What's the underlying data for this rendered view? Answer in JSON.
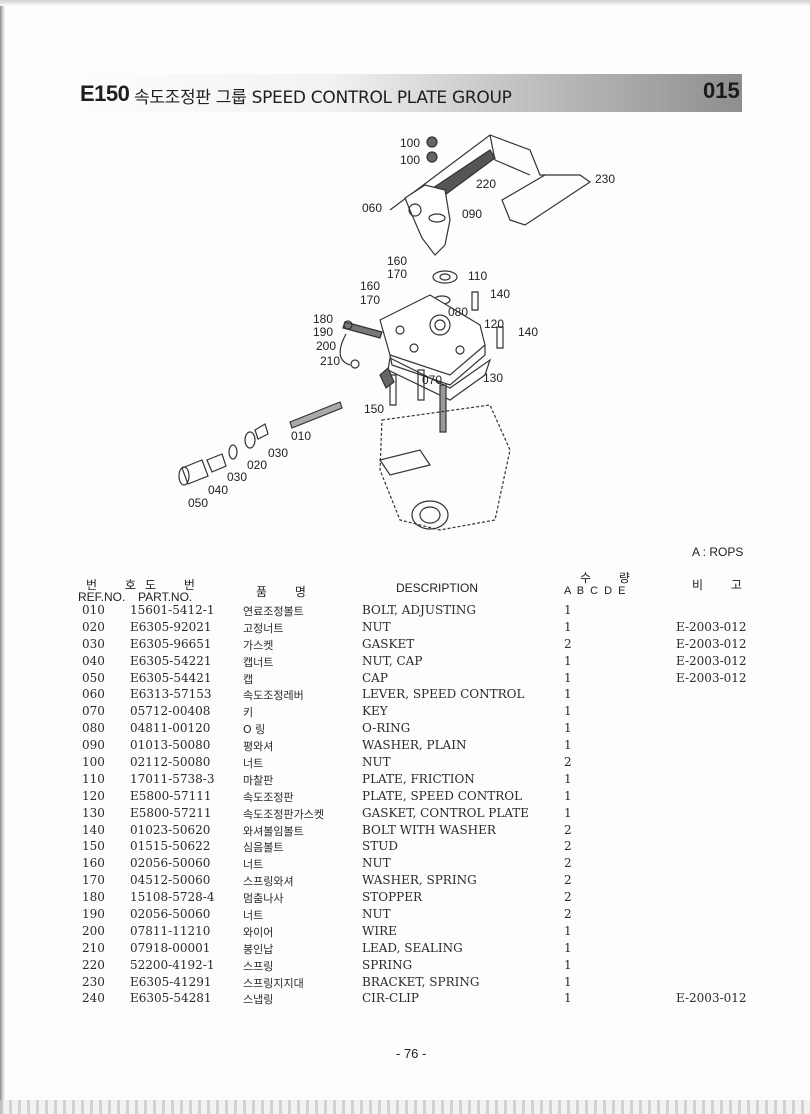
{
  "header": {
    "group_code": "E150",
    "title": "속도조정판 그룹 SPEED CONTROL PLATE GROUP",
    "page_code": "015"
  },
  "diagram": {
    "callouts": [
      "100",
      "100",
      "220",
      "230",
      "060",
      "090",
      "160",
      "170",
      "110",
      "160",
      "170",
      "140",
      "080",
      "180",
      "190",
      "200",
      "120",
      "140",
      "210",
      "070",
      "130",
      "150",
      "010",
      "030",
      "020",
      "030",
      "040",
      "050"
    ]
  },
  "legend_note": "A : ROPS",
  "table": {
    "headers": {
      "ref_ko": "번 호",
      "part_ko": "도 번",
      "ref": "REF.NO.",
      "part": "PART.NO.",
      "name_ko": "품 명",
      "description": "DESCRIPTION",
      "qty_ko": "수 량",
      "qty_cols": "A B C D E",
      "note_ko": "비 고"
    },
    "rows": [
      {
        "ref": "010",
        "part": "15601-5412-1",
        "ko": "연료조정볼트",
        "desc": "BOLT, ADJUSTING",
        "qty": "1",
        "note": ""
      },
      {
        "ref": "020",
        "part": "E6305-92021",
        "ko": "고정너트",
        "desc": "NUT",
        "qty": "1",
        "note": "E-2003-012"
      },
      {
        "ref": "030",
        "part": "E6305-96651",
        "ko": "가스켓",
        "desc": "GASKET",
        "qty": "2",
        "note": "E-2003-012"
      },
      {
        "ref": "040",
        "part": "E6305-54221",
        "ko": "캡너트",
        "desc": "NUT, CAP",
        "qty": "1",
        "note": "E-2003-012"
      },
      {
        "ref": "050",
        "part": "E6305-54421",
        "ko": "캡",
        "desc": "CAP",
        "qty": "1",
        "note": "E-2003-012"
      },
      {
        "ref": "060",
        "part": "E6313-57153",
        "ko": "속도조정레버",
        "desc": "LEVER, SPEED CONTROL",
        "qty": "1",
        "note": ""
      },
      {
        "ref": "070",
        "part": "05712-00408",
        "ko": "키",
        "desc": "KEY",
        "qty": "1",
        "note": ""
      },
      {
        "ref": "080",
        "part": "04811-00120",
        "ko": "O 링",
        "desc": "O-RING",
        "qty": "1",
        "note": ""
      },
      {
        "ref": "090",
        "part": "01013-50080",
        "ko": "평와셔",
        "desc": "WASHER, PLAIN",
        "qty": "1",
        "note": ""
      },
      {
        "ref": "100",
        "part": "02112-50080",
        "ko": "너트",
        "desc": "NUT",
        "qty": "2",
        "note": ""
      },
      {
        "ref": "110",
        "part": "17011-5738-3",
        "ko": "마찰판",
        "desc": "PLATE, FRICTION",
        "qty": "1",
        "note": ""
      },
      {
        "ref": "120",
        "part": "E5800-57111",
        "ko": "속도조정판",
        "desc": "PLATE, SPEED CONTROL",
        "qty": "1",
        "note": ""
      },
      {
        "ref": "130",
        "part": "E5800-57211",
        "ko": "속도조정판가스켓",
        "desc": "GASKET, CONTROL PLATE",
        "qty": "1",
        "note": ""
      },
      {
        "ref": "140",
        "part": "01023-50620",
        "ko": "와셔볼임볼트",
        "desc": "BOLT WITH WASHER",
        "qty": "2",
        "note": ""
      },
      {
        "ref": "150",
        "part": "01515-50622",
        "ko": "심음볼트",
        "desc": "STUD",
        "qty": "2",
        "note": ""
      },
      {
        "ref": "160",
        "part": "02056-50060",
        "ko": "너트",
        "desc": "NUT",
        "qty": "2",
        "note": ""
      },
      {
        "ref": "170",
        "part": "04512-50060",
        "ko": "스프링와셔",
        "desc": "WASHER, SPRING",
        "qty": "2",
        "note": ""
      },
      {
        "ref": "180",
        "part": "15108-5728-4",
        "ko": "멈춤나사",
        "desc": "STOPPER",
        "qty": "2",
        "note": ""
      },
      {
        "ref": "190",
        "part": "02056-50060",
        "ko": "너트",
        "desc": "NUT",
        "qty": "2",
        "note": ""
      },
      {
        "ref": "200",
        "part": "07811-11210",
        "ko": "와이어",
        "desc": "WIRE",
        "qty": "1",
        "note": ""
      },
      {
        "ref": "210",
        "part": "07918-00001",
        "ko": "봉인납",
        "desc": "LEAD, SEALING",
        "qty": "1",
        "note": ""
      },
      {
        "ref": "220",
        "part": "52200-4192-1",
        "ko": "스프링",
        "desc": "SPRING",
        "qty": "1",
        "note": ""
      },
      {
        "ref": "230",
        "part": "E6305-41291",
        "ko": "스프링지지대",
        "desc": "BRACKET, SPRING",
        "qty": "1",
        "note": ""
      },
      {
        "ref": "240",
        "part": "E6305-54281",
        "ko": "스냅링",
        "desc": "CIR-CLIP",
        "qty": "1",
        "note": "E-2003-012"
      }
    ]
  },
  "footer": {
    "page_number": "- 76 -"
  }
}
